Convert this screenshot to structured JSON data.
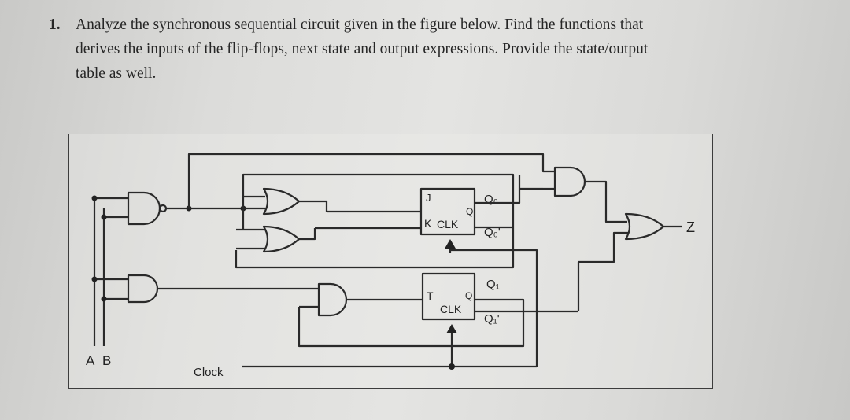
{
  "question": {
    "number": "1.",
    "line1": "Analyze the synchronous sequential circuit given in the figure below. Find the functions that",
    "line2": "derives the inputs of the flip-flops, next state and output expressions. Provide the state/output",
    "line3": "table as well."
  },
  "figure": {
    "input_a": "A",
    "input_b": "B",
    "clock": "Clock",
    "jk": {
      "j": "J",
      "k": "K",
      "clk": "CLK",
      "q": "Q",
      "out_q": "Q₀",
      "out_qn": "Q₀'"
    },
    "t": {
      "t": "T",
      "clk": "CLK",
      "q": "Q",
      "out_q": "Q₁",
      "out_qn": "Q₁'"
    },
    "output_z": "Z"
  }
}
